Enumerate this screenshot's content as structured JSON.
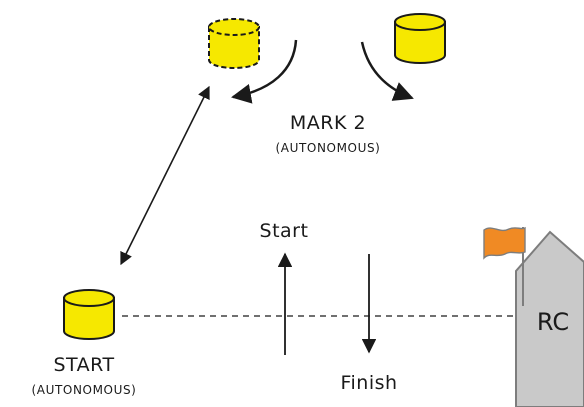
{
  "labels": {
    "mark2": "MARK 2",
    "mark2_sub": "(AUTONOMOUS)",
    "start_mark": "START",
    "start_mark_sub": "(AUTONOMOUS)",
    "start_arrow": "Start",
    "finish_arrow": "Finish",
    "committee_boat": "RC"
  },
  "icons": {
    "mark_buoy": "cylinder-buoy-icon",
    "mark_ghost": "dashed-cylinder-buoy-icon",
    "flag": "flag-icon"
  },
  "colors": {
    "buoy_fill": "#f6e800",
    "buoy_stroke": "#1a1a1a",
    "boat_fill": "#c9c9c9",
    "boat_stroke": "#7d7d7d",
    "flag_fill": "#f08a24",
    "line": "#1a1a1a"
  }
}
